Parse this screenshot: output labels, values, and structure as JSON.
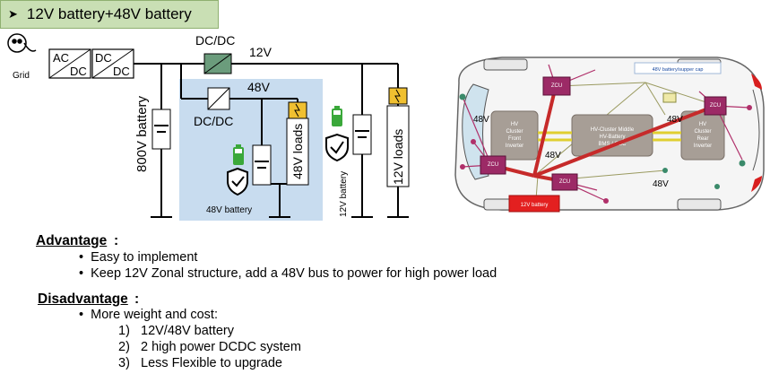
{
  "title": {
    "arrow": "➤",
    "text": "12V battery+48V battery"
  },
  "circuit": {
    "grid_label": "Grid",
    "acdc": {
      "ac": "AC",
      "dc": "DC"
    },
    "dcdc_block": {
      "dc1": "DC",
      "dc2": "DC"
    },
    "dcdc_top_label": "DC/DC",
    "v12_label": "12V",
    "v48_label": "48V",
    "dcdc_inner_label": "DC/DC",
    "battery_800v": "800V battery",
    "loads_48v": "48V loads",
    "battery_48v": "48V battery",
    "battery_12v": "12V battery",
    "loads_12v": "12V loads"
  },
  "vehicle": {
    "label_48v_supercap": "48V battery/supper cap",
    "zcu_label": "ZCU",
    "hv_front": [
      "HV",
      "Cluster",
      "Front",
      "Inverter"
    ],
    "hv_middle": [
      "HV-Cluster Middle",
      "HV-Battery",
      "BMS / OBC"
    ],
    "hv_rear": [
      "HV",
      "Cluster",
      "Rear",
      "Inverter"
    ],
    "v48_marks": [
      "48V",
      "48V",
      "48V",
      "48V"
    ],
    "battery_12v_box": "12V battery",
    "colors": {
      "zcu": "#9c2a66",
      "harness": "#c62a2a",
      "cluster": "#a79e96",
      "battery12": "#e32020"
    }
  },
  "advantage": {
    "heading": "Advantage",
    "colon": ":",
    "items": [
      "Easy to implement",
      "Keep 12V Zonal structure, add a 48V bus to power for high power load"
    ]
  },
  "disadvantage": {
    "heading": "Disadvantage",
    "colon": ":",
    "intro": "More weight and cost:",
    "items": [
      {
        "num": "1)",
        "text": "12V/48V battery"
      },
      {
        "num": "2)",
        "text": "2 high power DCDC system"
      },
      {
        "num": "3)",
        "text": "Less Flexible to upgrade"
      }
    ]
  }
}
